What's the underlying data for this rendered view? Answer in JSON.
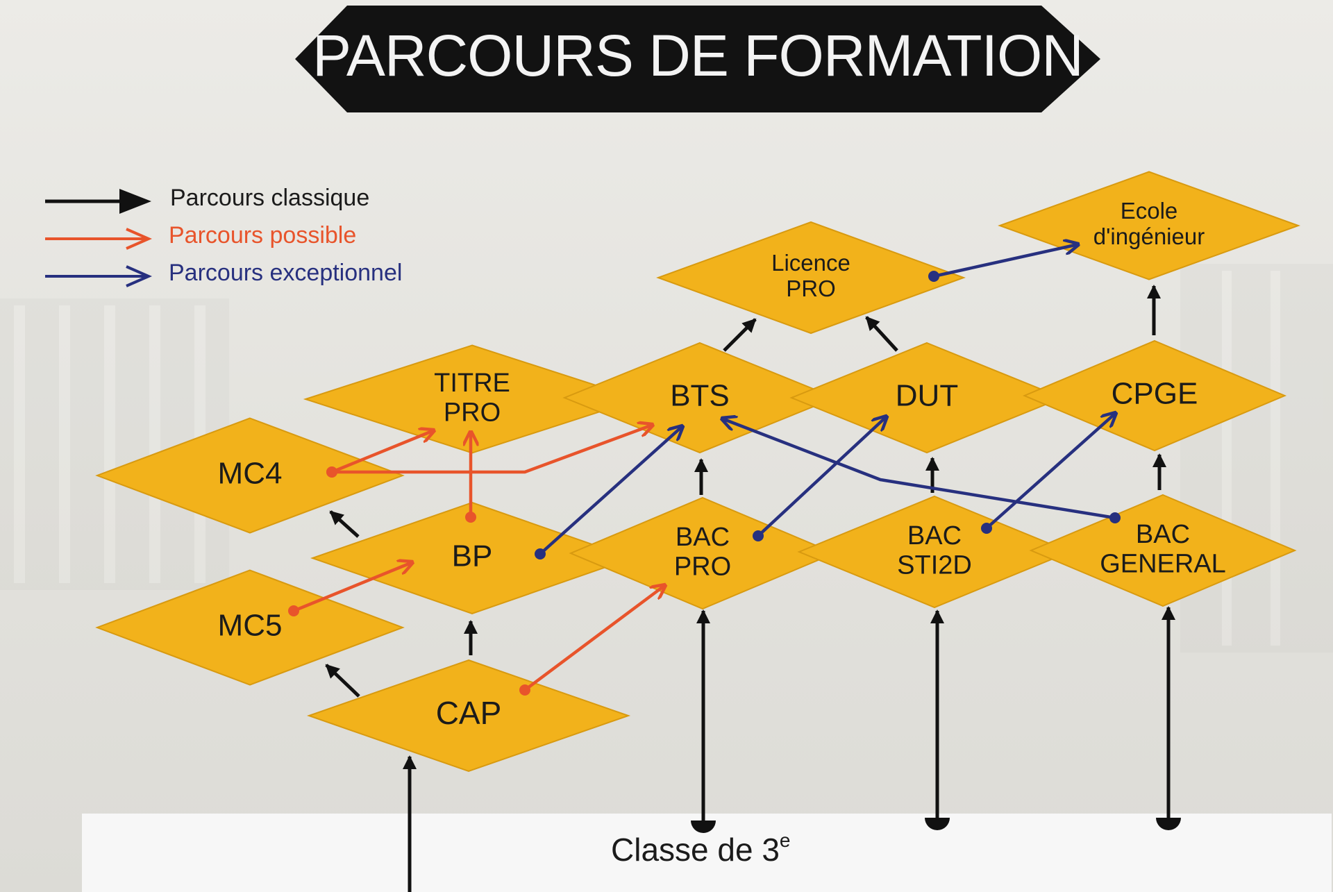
{
  "title": "PARCOURS DE FORMATION",
  "legend": [
    {
      "id": "classic",
      "label": "Parcours classique",
      "color": "#111111"
    },
    {
      "id": "possible",
      "label": "Parcours possible",
      "color": "#e8542b"
    },
    {
      "id": "exceptional",
      "label": "Parcours exceptionnel",
      "color": "#27307f"
    }
  ],
  "colors": {
    "diamond": "#f2b21b",
    "background": "#e7e6e1",
    "banner": "#121212",
    "footer_strip": "#f7f7f7"
  },
  "nodes": {
    "ecole": {
      "lines": [
        "Ecole",
        "d'ingénieur"
      ]
    },
    "licence": {
      "lines": [
        "Licence",
        "PRO"
      ]
    },
    "titre": {
      "lines": [
        "TITRE",
        "PRO"
      ]
    },
    "bts": {
      "lines": [
        "BTS"
      ]
    },
    "dut": {
      "lines": [
        "DUT"
      ]
    },
    "cpge": {
      "lines": [
        "CPGE"
      ]
    },
    "mc4": {
      "lines": [
        "MC4"
      ]
    },
    "bp": {
      "lines": [
        "BP"
      ]
    },
    "bacpro": {
      "lines": [
        "BAC",
        "PRO"
      ]
    },
    "bacsti": {
      "lines": [
        "BAC",
        "STI2D"
      ]
    },
    "bacgen": {
      "lines": [
        "BAC",
        "GENERAL"
      ]
    },
    "mc5": {
      "lines": [
        "MC5"
      ]
    },
    "cap": {
      "lines": [
        "CAP"
      ]
    }
  },
  "edges": [
    {
      "from": "classe",
      "to": "cap",
      "kind": "classic"
    },
    {
      "from": "classe",
      "to": "bacpro",
      "kind": "classic"
    },
    {
      "from": "classe",
      "to": "bacsti",
      "kind": "classic"
    },
    {
      "from": "classe",
      "to": "bacgen",
      "kind": "classic"
    },
    {
      "from": "cap",
      "to": "bp",
      "kind": "classic"
    },
    {
      "from": "cap",
      "to": "mc5",
      "kind": "classic"
    },
    {
      "from": "bp",
      "to": "mc4",
      "kind": "classic"
    },
    {
      "from": "bacpro",
      "to": "bts",
      "kind": "classic"
    },
    {
      "from": "bacsti",
      "to": "dut",
      "kind": "classic"
    },
    {
      "from": "bacgen",
      "to": "cpge",
      "kind": "classic"
    },
    {
      "from": "bts",
      "to": "licence",
      "kind": "classic"
    },
    {
      "from": "dut",
      "to": "licence",
      "kind": "classic"
    },
    {
      "from": "cpge",
      "to": "ecole",
      "kind": "classic"
    },
    {
      "from": "mc4",
      "to": "titre",
      "kind": "possible"
    },
    {
      "from": "mc4",
      "to": "bts",
      "kind": "possible"
    },
    {
      "from": "bp",
      "to": "titre",
      "kind": "possible"
    },
    {
      "from": "mc5",
      "to": "bp",
      "kind": "possible"
    },
    {
      "from": "cap",
      "to": "bacpro",
      "kind": "possible"
    },
    {
      "from": "bp",
      "to": "bts",
      "kind": "exceptional"
    },
    {
      "from": "bacpro",
      "to": "dut",
      "kind": "exceptional"
    },
    {
      "from": "bacsti",
      "to": "cpge",
      "kind": "exceptional"
    },
    {
      "from": "bacgen",
      "to": "bts",
      "kind": "exceptional"
    },
    {
      "from": "licence",
      "to": "ecole",
      "kind": "exceptional"
    }
  ],
  "footer": {
    "label": "Classe de 3",
    "superscript": "e"
  }
}
